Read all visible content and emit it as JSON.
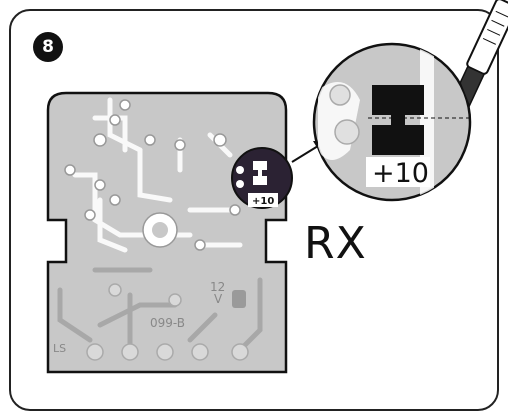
{
  "step_number": "8",
  "receiver_label": "RX",
  "jumper_label": "+10",
  "board_code": "099-B",
  "voltage_label_line1": "12",
  "voltage_label_line2": "V",
  "corner_label": "LS",
  "colors": {
    "board_gray": "#c8c8c8",
    "trace_white": "#ffffff",
    "outline": "#111111",
    "highlight": "#2b2233"
  },
  "icons": [
    "cutter-knife-icon",
    "magnifier-circle-icon",
    "arrow-icon"
  ]
}
